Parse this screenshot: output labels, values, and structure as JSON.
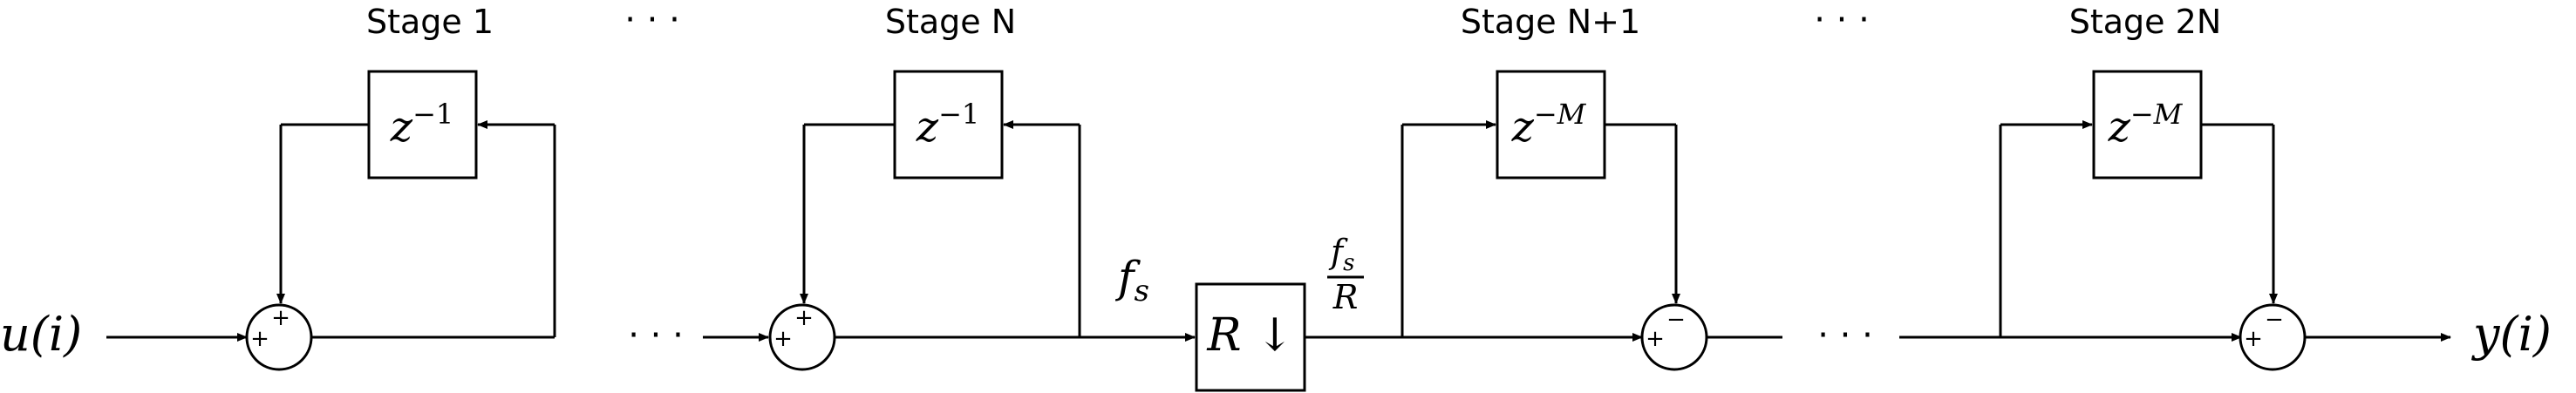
{
  "stages": {
    "s1": "Stage 1",
    "sN": "Stage N",
    "sN1": "Stage N+1",
    "s2N": "Stage 2N"
  },
  "ellipsis": "· · ·",
  "signals": {
    "input": "u(i)",
    "output": "y(i)",
    "rate_in": "f",
    "rate_in_sub": "s",
    "rate_out_num": "f",
    "rate_out_num_sub": "s",
    "rate_out_den": "R"
  },
  "blocks": {
    "delay_base": "z",
    "delay_exp": "−1",
    "comb_base": "z",
    "comb_exp": "−M",
    "decimator": "R ↓"
  },
  "signs": {
    "plus": "+",
    "minus": "−"
  }
}
